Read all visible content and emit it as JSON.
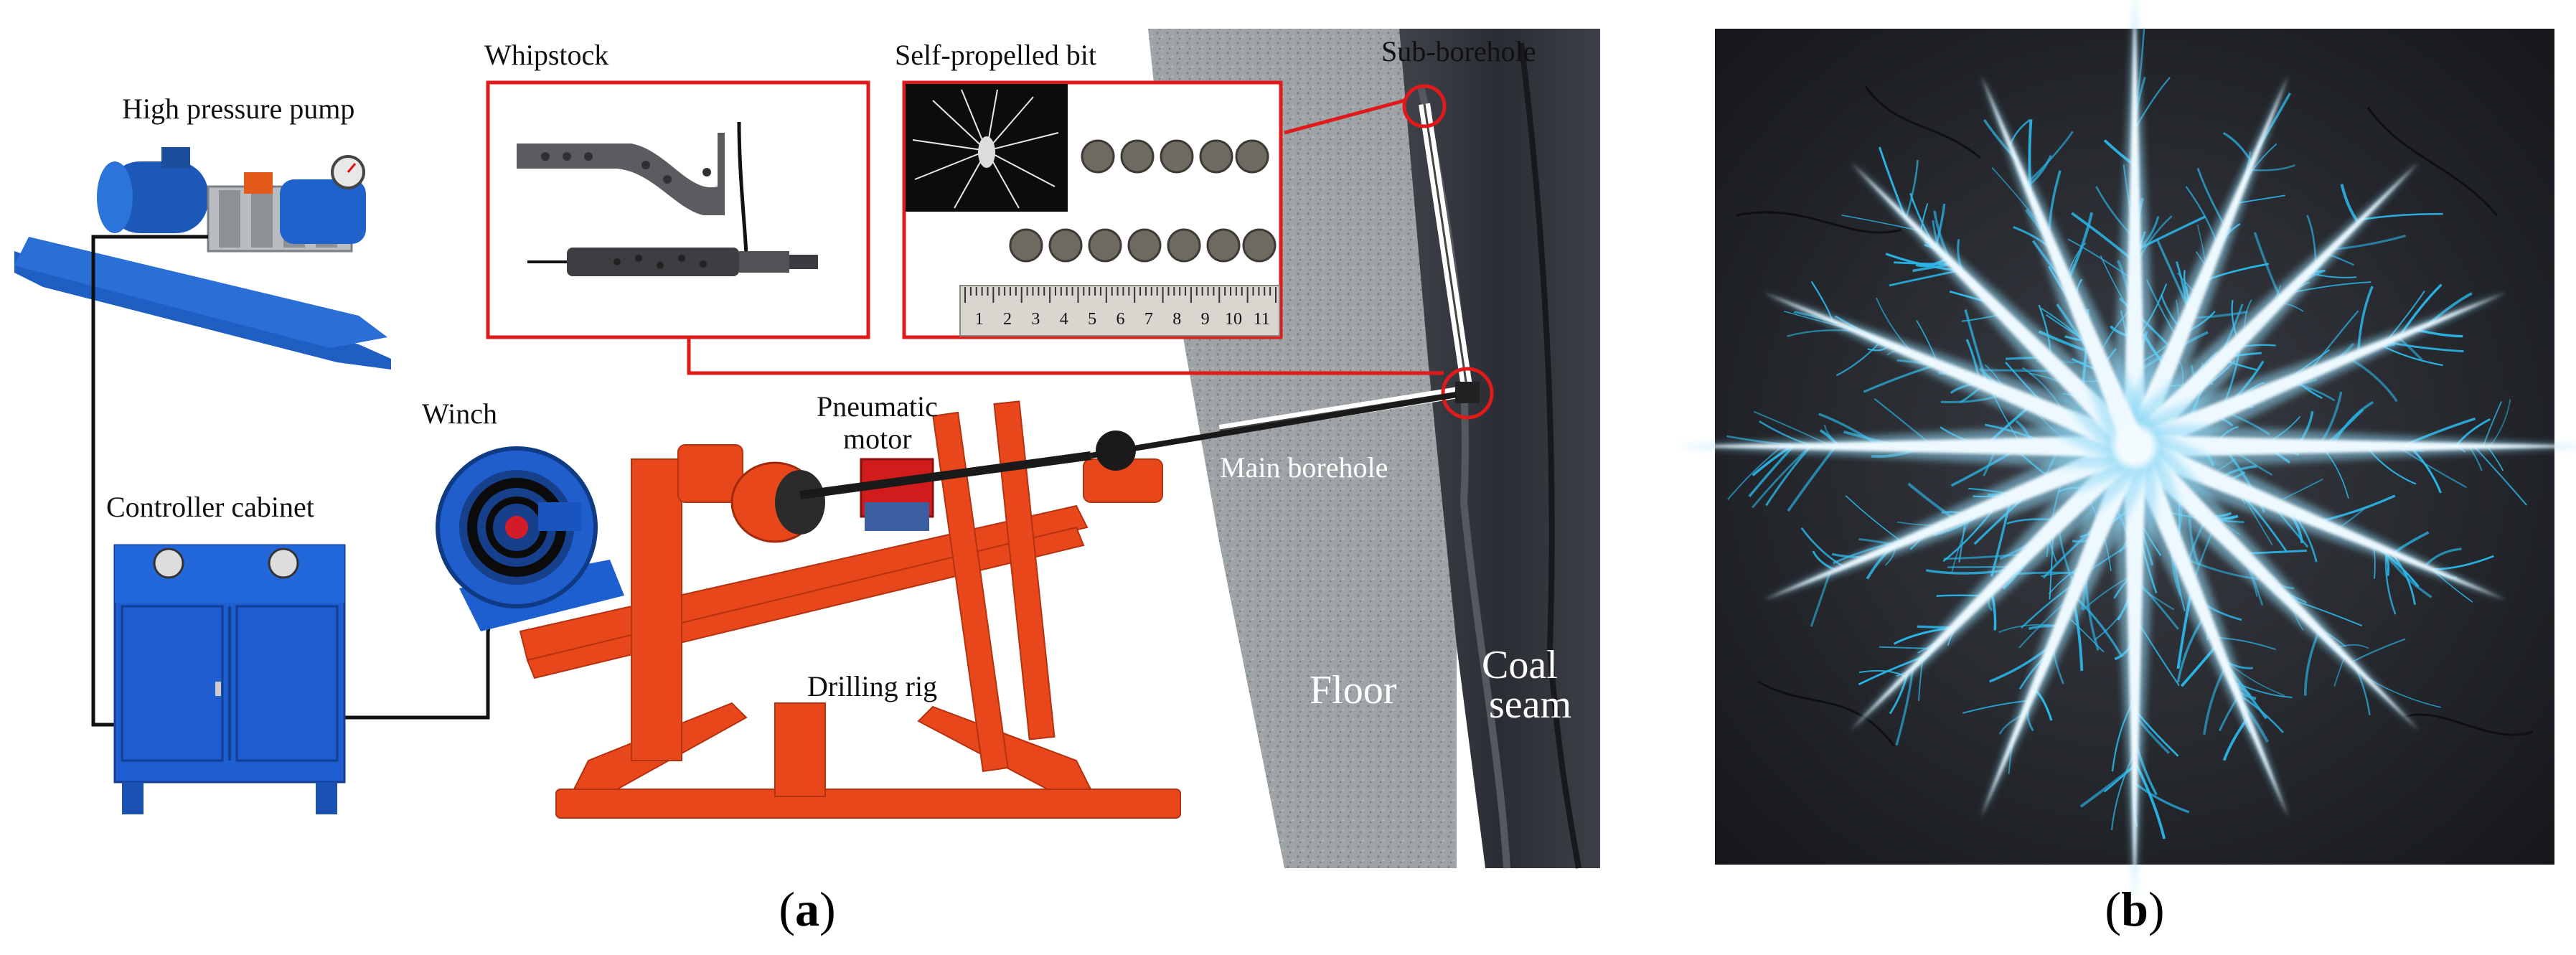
{
  "panel_a": {
    "labels": {
      "high_pressure_pump": "High pressure pump",
      "whipstock": "Whipstock",
      "self_propelled_bit": "Self-propelled bit",
      "sub_borehole": "Sub-borehole",
      "winch": "Winch",
      "pneumatic_motor_line1": "Pneumatic",
      "pneumatic_motor_line2": "motor",
      "main_borehole": "Main borehole",
      "controller_cabinet": "Controller cabinet",
      "drilling_rig": "Drilling rig",
      "floor": "Floor",
      "coal_seam_line1": "Coal",
      "coal_seam_line2": "seam"
    },
    "ruler_numbers": [
      "1",
      "2",
      "3",
      "4",
      "5",
      "6",
      "7",
      "8",
      "9",
      "10",
      "11"
    ],
    "caption_open": "(",
    "caption_letter": "a",
    "caption_close": ")"
  },
  "panel_b": {
    "fracture_rays": 16,
    "caption_open": "(",
    "caption_letter": "b",
    "caption_close": ")"
  },
  "colors": {
    "highlight_red": "#e01a1a",
    "rig_orange": "#e8471c",
    "equipment_blue": "#1a5fc8",
    "fracture_cyan": "#2ab4e6",
    "coal_dark": "#1d1f24",
    "floor_gray": "#9aa0a4"
  }
}
